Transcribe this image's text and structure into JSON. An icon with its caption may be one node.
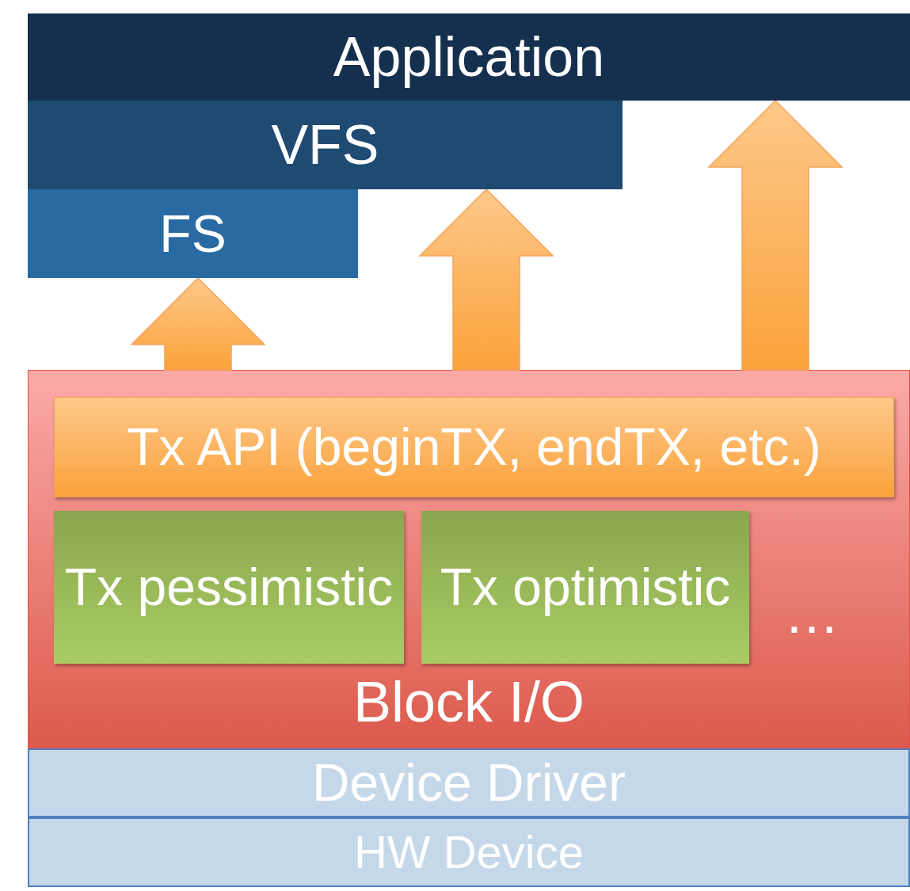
{
  "diagram": {
    "nodes": [
      {
        "text": [
          "Application"
        ]
      },
      {
        "text": [
          "VFS"
        ]
      },
      {
        "text": [
          "FS"
        ]
      },
      {
        "text": [
          "Block I/O"
        ]
      },
      {
        "text": [
          "Tx API (beginTX, endTX, etc.)"
        ],
        "in": 3
      },
      {
        "text": [
          "Tx pessimistic"
        ],
        "in": 3
      },
      {
        "text": [
          "Tx optimistic"
        ],
        "in": 3
      },
      {
        "text": [
          "Device Driver"
        ]
      },
      {
        "text": [
          "HW Device"
        ]
      }
    ],
    "edges": [
      {
        "from": 3,
        "to": 2,
        "arrow": "to"
      },
      {
        "from": 3,
        "to": 1,
        "arrow": "to"
      },
      {
        "from": 3,
        "to": 0,
        "arrow": "to"
      }
    ],
    "labels": [
      "…"
    ]
  }
}
